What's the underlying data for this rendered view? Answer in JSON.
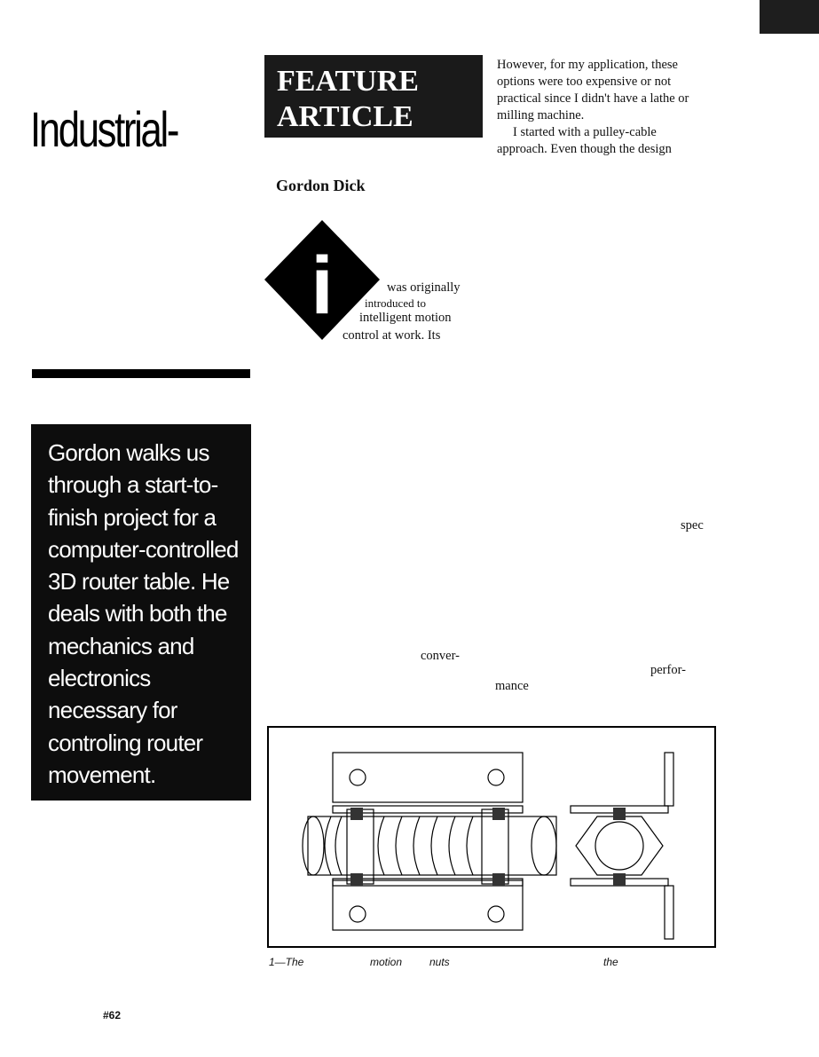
{
  "title": "Industrial-",
  "feature": {
    "line1": "FEATURE",
    "line2": "ARTICLE"
  },
  "author": "Gordon Dick",
  "dropcap_letter": "i",
  "intro_lines": [
    "was originally",
    "introduced to",
    "intelligent motion",
    "control at work. Its"
  ],
  "right_column_lines": [
    "However, for my application, these",
    "options were too expensive or not",
    "practical since I didn't have a lathe or",
    "milling machine.",
    "I started with a pulley-cable",
    "approach. Even though the design"
  ],
  "blurb": "Gordon walks us through a start-to-finish project for a computer-controlled 3D router table. He deals with both the mechanics and electronics necessary for controling router movement.",
  "fragments": {
    "spec": "spec",
    "conver": "conver-",
    "perfor": "perfor-",
    "mance": "mance"
  },
  "caption": {
    "num": "1—The",
    "w1": "motion",
    "w2": "nuts",
    "w3": "the"
  },
  "page_number": "#62"
}
